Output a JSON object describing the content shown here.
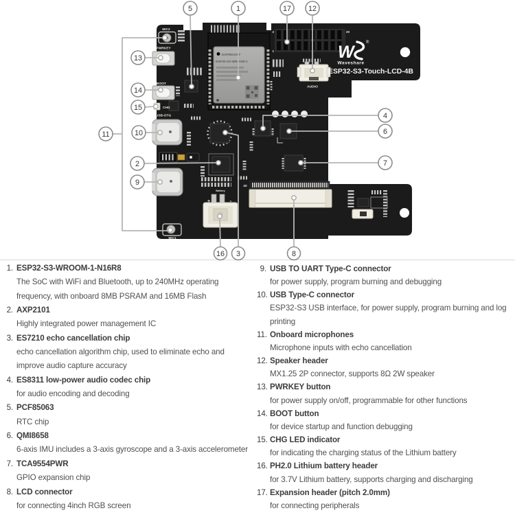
{
  "board": {
    "brand": {
      "name": "Waveshare",
      "reg": "®",
      "model": "ESP32-S3-Touch-LCD-4B"
    },
    "module": {
      "maker": "ESPRESSIF",
      "name": "ESP32-S3-WROOM-1"
    },
    "silk": {
      "mic2": "MIC2",
      "pwrkey": "PWRKEY",
      "boot": "BOOT",
      "chg": "CHG",
      "usb_otg": "USB-OTG",
      "mic1": "MIC1",
      "audio": "AUDIO",
      "battery": "Battery",
      "plus": "+",
      "minus": "-",
      "lcd40": "40",
      "h2": "2",
      "h20": "20",
      "h1": "1",
      "h19": "19"
    },
    "callouts": {
      "c1": "1",
      "c2": "2",
      "c3": "3",
      "c4": "4",
      "c5": "5",
      "c6": "6",
      "c7": "7",
      "c8": "8",
      "c9": "9",
      "c10": "10",
      "c11": "11",
      "c12": "12",
      "c13": "13",
      "c14": "14",
      "c15": "15",
      "c16": "16",
      "c17": "17"
    }
  },
  "legend": {
    "left": [
      {
        "num": "1.",
        "name": "ESP32-S3-WROOM-1-N16R8",
        "desc": "The SoC with WiFi and Bluetooth, up to 240MHz operating frequency, with onboard 8MB PSRAM and 16MB Flash"
      },
      {
        "num": "2.",
        "name": "AXP2101",
        "desc": "Highly integrated power management IC"
      },
      {
        "num": "3.",
        "name": "ES7210 echo cancellation chip",
        "desc": "echo cancellation algorithm chip, used to eliminate echo and improve audio capture accuracy"
      },
      {
        "num": "4.",
        "name": "ES8311 low-power audio codec chip",
        "desc": "for audio encoding and decoding"
      },
      {
        "num": "5.",
        "name": "PCF85063",
        "desc": "RTC chip"
      },
      {
        "num": "6.",
        "name": "QMI8658",
        "desc": "6-axis IMU includes a 3-axis gyroscope and a 3-axis accelerometer"
      },
      {
        "num": "7.",
        "name": "TCA9554PWR",
        "desc": "GPIO expansion chip"
      },
      {
        "num": "8.",
        "name": "LCD connector",
        "desc": "for connecting 4inch RGB screen"
      }
    ],
    "right": [
      {
        "num": "9.",
        "name": "USB TO UART Type-C connector",
        "desc": "for power supply, program burning and debugging"
      },
      {
        "num": "10.",
        "name": "USB Type-C connector",
        "desc": "ESP32-S3 USB interface, for power supply, program burning and log printing"
      },
      {
        "num": "11.",
        "name": "Onboard microphones",
        "desc": "Microphone inputs with echo cancellation"
      },
      {
        "num": "12.",
        "name": "Speaker header",
        "desc": "MX1.25 2P connector, supports 8Ω 2W speaker"
      },
      {
        "num": "13.",
        "name": "PWRKEY button",
        "desc": "for power supply on/off, programmable for other functions"
      },
      {
        "num": "14.",
        "name": "BOOT button",
        "desc": "for device startup and function debugging"
      },
      {
        "num": "15.",
        "name": "CHG LED indicator",
        "desc": "for indicating the charging status of the Lithium battery"
      },
      {
        "num": "16.",
        "name": "PH2.0 Lithium battery header",
        "desc": "for 3.7V Lithium battery, supports charging and discharging"
      },
      {
        "num": "17.",
        "name": "Expansion header (pitch 2.0mm)",
        "desc": "for connecting peripherals"
      }
    ]
  }
}
